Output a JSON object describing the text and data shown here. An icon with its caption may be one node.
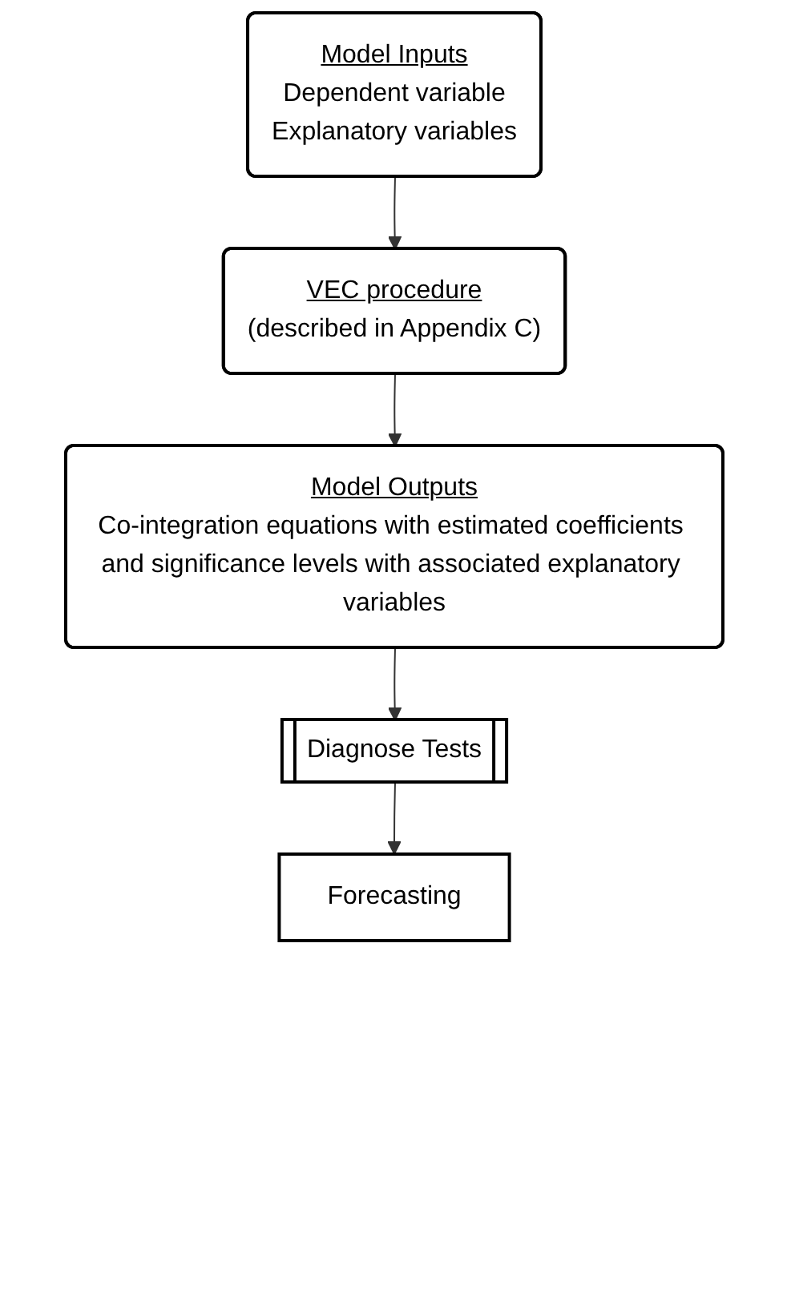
{
  "diagram": {
    "nodes": [
      {
        "text": [
          "Model Inputs",
          "Dependent variable",
          "Explanatory variables"
        ]
      },
      {
        "text": [
          "VEC procedure",
          "(described in Appendix C)"
        ]
      },
      {
        "text": [
          "Model Outputs",
          "Co-integration equations with estimated coefficients and significance levels with associated explanatory variables"
        ]
      },
      {
        "text": [
          "Diagnose Tests"
        ]
      },
      {
        "text": [
          "Forecasting"
        ]
      }
    ],
    "edges": [
      {
        "from": 0,
        "to": 1,
        "arrow": "to"
      },
      {
        "from": 1,
        "to": 2,
        "arrow": "to"
      },
      {
        "from": 2,
        "to": 3,
        "arrow": "to"
      },
      {
        "from": 3,
        "to": 4,
        "arrow": "to"
      }
    ]
  }
}
